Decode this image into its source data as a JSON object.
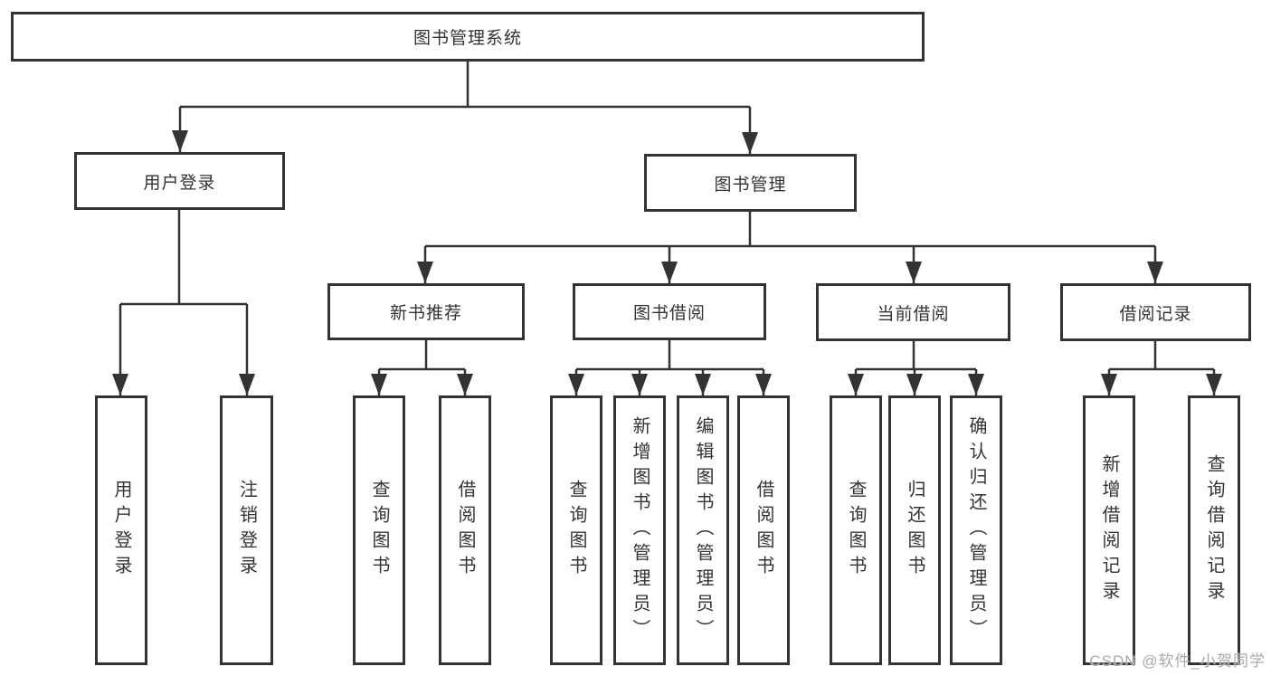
{
  "diagram": {
    "root": {
      "label": "图书管理系统"
    },
    "branches": [
      {
        "label": "用户登录",
        "children": [
          {
            "label": "用户登录"
          },
          {
            "label": "注销登录"
          }
        ]
      },
      {
        "label": "图书管理",
        "children": [
          {
            "label": "新书推荐",
            "children": [
              {
                "label": "查询图书"
              },
              {
                "label": "借阅图书"
              }
            ]
          },
          {
            "label": "图书借阅",
            "children": [
              {
                "label": "查询图书"
              },
              {
                "label": "新增图书（管理员）"
              },
              {
                "label": "编辑图书（管理员）"
              },
              {
                "label": "借阅图书"
              }
            ]
          },
          {
            "label": "当前借阅",
            "children": [
              {
                "label": "查询图书"
              },
              {
                "label": "归还图书"
              },
              {
                "label": "确认归还（管理员）"
              }
            ]
          },
          {
            "label": "借阅记录",
            "children": [
              {
                "label": "新增借阅记录"
              },
              {
                "label": "查询借阅记录"
              }
            ]
          }
        ]
      }
    ]
  },
  "watermark": {
    "text": "CSDN @软件_小贺同学"
  },
  "colors": {
    "line": "#333333",
    "text": "#333333",
    "background": "#ffffff",
    "watermark": "#a9a9a9"
  }
}
